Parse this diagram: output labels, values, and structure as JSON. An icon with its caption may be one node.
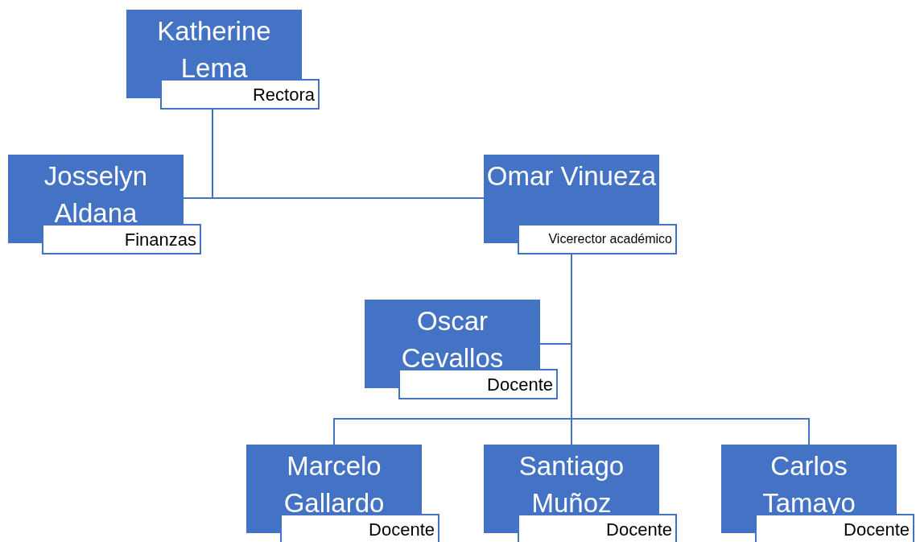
{
  "diagram": {
    "nodes": [
      {
        "text": [
          "Katherine Lema",
          "Rectora"
        ]
      },
      {
        "text": [
          "Josselyn Aldana",
          "Finanzas"
        ]
      },
      {
        "text": [
          "Omar Vinueza",
          "Vicerector académico"
        ]
      },
      {
        "text": [
          "Oscar Cevallos",
          "Docente"
        ]
      },
      {
        "text": [
          "Marcelo Gallardo",
          "Docente"
        ]
      },
      {
        "text": [
          "Santiago Muñoz",
          "Docente"
        ]
      },
      {
        "text": [
          "Carlos Tamayo",
          "Docente"
        ]
      }
    ],
    "edges": [
      {
        "from": 0,
        "to": 1,
        "arrow": "none"
      },
      {
        "from": 0,
        "to": 2,
        "arrow": "none"
      },
      {
        "from": 2,
        "to": 3,
        "arrow": "none"
      },
      {
        "from": 2,
        "to": 4,
        "arrow": "none"
      },
      {
        "from": 2,
        "to": 5,
        "arrow": "none"
      },
      {
        "from": 2,
        "to": 6,
        "arrow": "none"
      }
    ]
  }
}
